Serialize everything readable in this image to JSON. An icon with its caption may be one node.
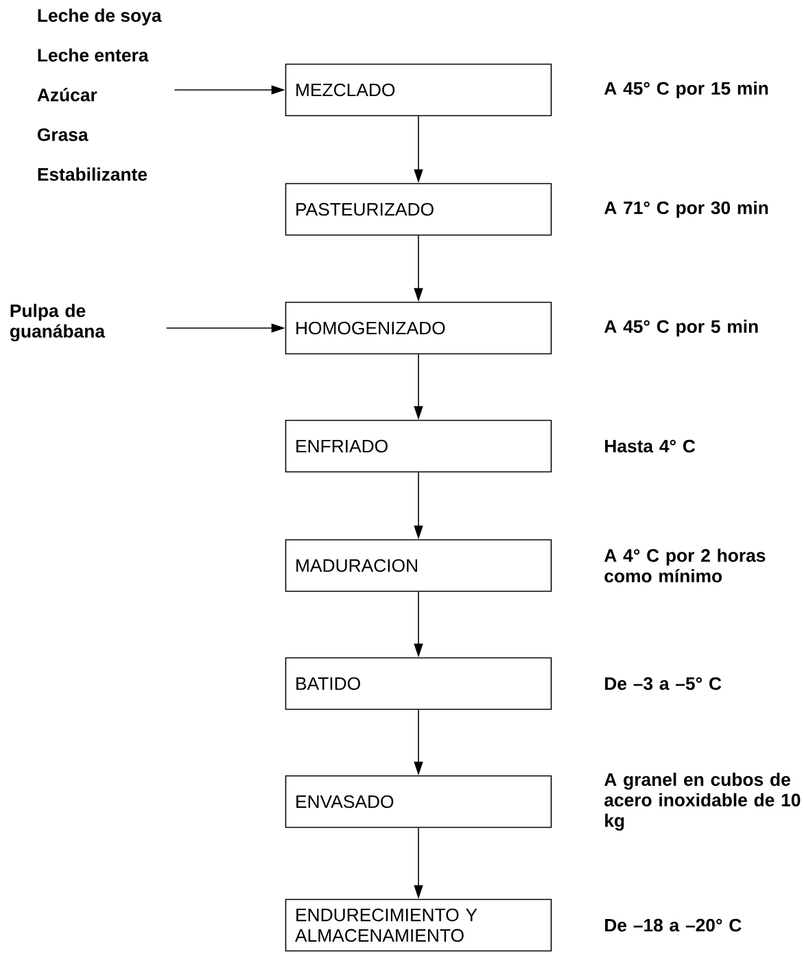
{
  "diagram": {
    "nodes": [
      {
        "text": [
          "Leche de soya",
          "Leche entera",
          "Azúcar",
          "Grasa",
          "Estabilizante"
        ]
      },
      {
        "text": [
          "MEZCLADO"
        ],
        "beside": [
          "A 45° C por 15 min"
        ]
      },
      {
        "text": [
          "PASTEURIZADO"
        ],
        "beside": [
          "A 71° C por 30 min"
        ]
      },
      {
        "text": [
          "Pulpa de guanábana"
        ]
      },
      {
        "text": [
          "HOMOGENIZADO"
        ],
        "beside": [
          "A 45° C por 5 min"
        ]
      },
      {
        "text": [
          "ENFRIADO"
        ],
        "beside": [
          "Hasta 4° C"
        ]
      },
      {
        "text": [
          "MADURACION"
        ],
        "beside": [
          "A 4° C por 2 horas como mínimo"
        ]
      },
      {
        "text": [
          "BATIDO"
        ],
        "beside": [
          "De –3 a –5° C"
        ]
      },
      {
        "text": [
          "ENVASADO"
        ],
        "beside": [
          "A granel en cubos de acero inoxidable de 10 kg"
        ]
      },
      {
        "text": [
          "ENDURECIMIENTO Y ALMACENAMIENTO"
        ],
        "beside": [
          "De –18 a –20° C"
        ]
      }
    ],
    "edges": [
      {
        "from": 0,
        "to": 1,
        "arrow": "to"
      },
      {
        "from": 1,
        "to": 2,
        "arrow": "to"
      },
      {
        "from": 2,
        "to": 4,
        "arrow": "to"
      },
      {
        "from": 3,
        "to": 4,
        "arrow": "to"
      },
      {
        "from": 4,
        "to": 5,
        "arrow": "to"
      },
      {
        "from": 5,
        "to": 6,
        "arrow": "to"
      },
      {
        "from": 6,
        "to": 7,
        "arrow": "to"
      },
      {
        "from": 7,
        "to": 8,
        "arrow": "to"
      },
      {
        "from": 8,
        "to": 9,
        "arrow": "to"
      }
    ]
  }
}
